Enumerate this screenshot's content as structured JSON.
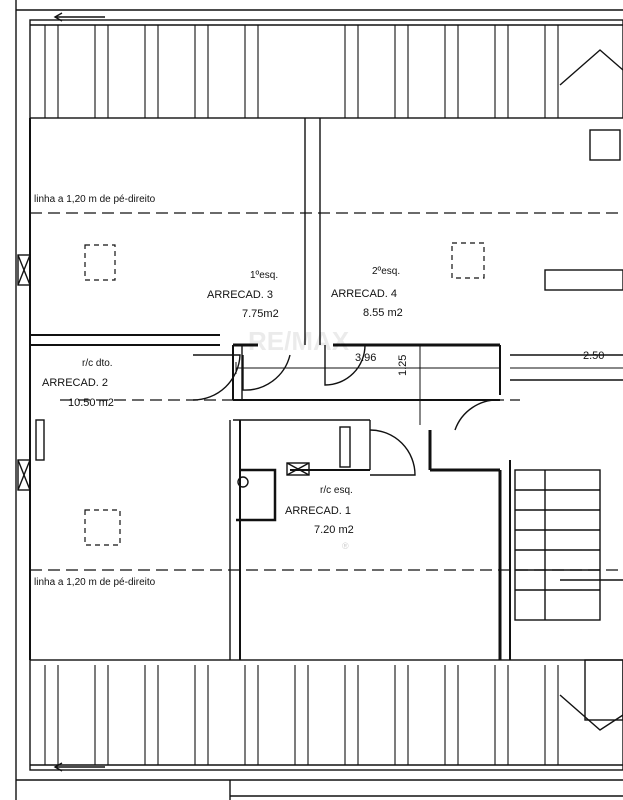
{
  "plan": {
    "height_line_label": "linha a 1,20 m de pé-direito",
    "rooms": [
      {
        "floor": "1ºesq.",
        "name": "ARRECAD. 3",
        "area": "7.75m2"
      },
      {
        "floor": "2ºesq.",
        "name": "ARRECAD. 4",
        "area": "8.55 m2"
      },
      {
        "floor": "r/c dto.",
        "name": "ARRECAD. 2",
        "area": "10.50 m2"
      },
      {
        "floor": "r/c esq.",
        "name": "ARRECAD. 1",
        "area": "7.20 m2"
      }
    ],
    "dimensions": {
      "width_a": "3.96",
      "width_b": "2.50",
      "depth": "1.25"
    },
    "watermark": {
      "text": "RE/MAX",
      "mark": "®"
    }
  }
}
